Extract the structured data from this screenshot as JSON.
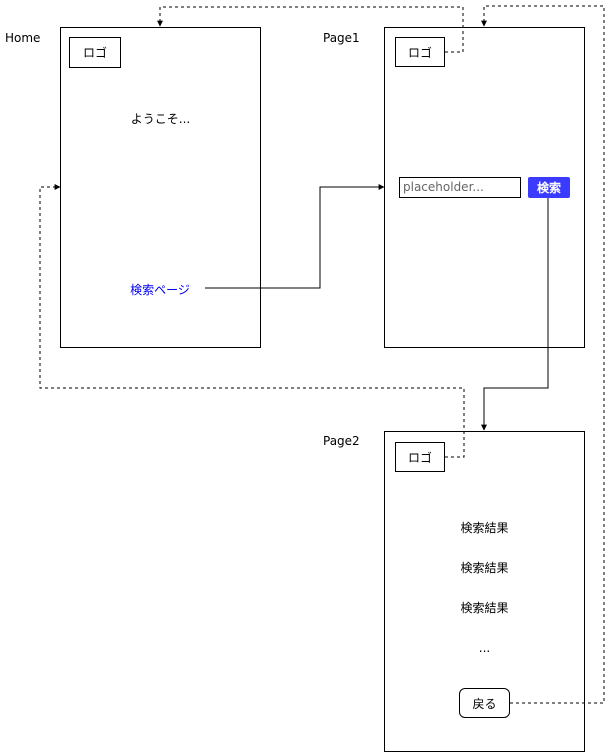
{
  "screens": {
    "home": {
      "label": "Home",
      "logo": "ロゴ",
      "welcome": "ようこそ...",
      "search_link": "検索ページ"
    },
    "page1": {
      "label": "Page1",
      "logo": "ロゴ",
      "search_placeholder": "placeholder...",
      "search_button": "検索"
    },
    "page2": {
      "label": "Page2",
      "logo": "ロゴ",
      "results": [
        "検索結果",
        "検索結果",
        "検索結果"
      ],
      "ellipsis": "...",
      "back_button": "戻る"
    }
  },
  "colors": {
    "link": "#0000ee",
    "primary_button": "#3b3bff"
  }
}
